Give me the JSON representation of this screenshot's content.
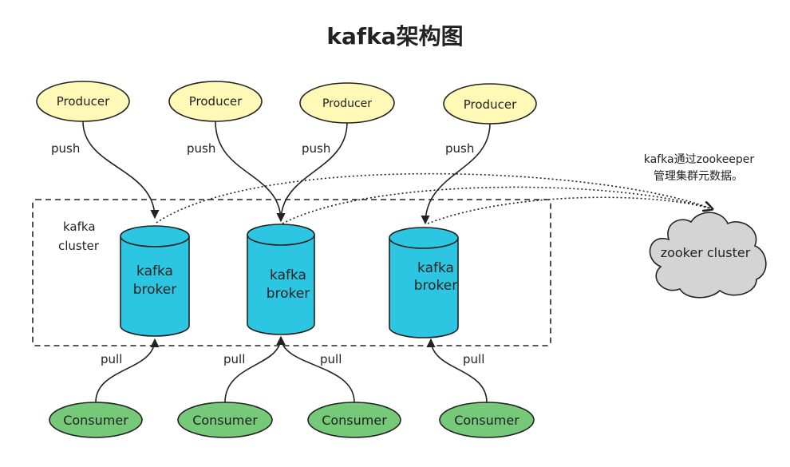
{
  "title": "kafka架构图",
  "cluster": {
    "label_line1": "kafka",
    "label_line2": "cluster"
  },
  "producers": [
    {
      "label": "Producer"
    },
    {
      "label": "Producer"
    },
    {
      "label": "Producer"
    },
    {
      "label": "Producer"
    }
  ],
  "push_labels": [
    "push",
    "push",
    "push",
    "push"
  ],
  "brokers": [
    {
      "line1": "kafka",
      "line2": "broker"
    },
    {
      "line1": "kafka",
      "line2": "broker"
    },
    {
      "line1": "kafka",
      "line2": "broker"
    }
  ],
  "pull_labels": [
    "pull",
    "pull",
    "pull",
    "pull"
  ],
  "consumers": [
    {
      "label": "Consumer"
    },
    {
      "label": "Consumer"
    },
    {
      "label": "Consumer"
    },
    {
      "label": "Consumer"
    }
  ],
  "zookeeper": {
    "label": "zooker cluster",
    "note_line1": "kafka通过zookeeper",
    "note_line2": "管理集群元数据。"
  },
  "colors": {
    "producer_fill": "#FFF9B7",
    "consumer_fill": "#77C97A",
    "broker_fill": "#2CC6E2",
    "cloud_fill": "#D4D4D4",
    "stroke": "#222222"
  }
}
